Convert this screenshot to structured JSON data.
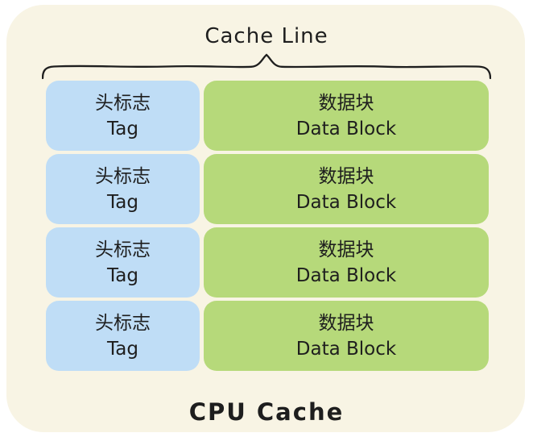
{
  "diagram": {
    "brace_label": "Cache Line",
    "title": "CPU Cache",
    "rows": [
      {
        "tag_zh": "头标志",
        "tag_en": "Tag",
        "data_zh": "数据块",
        "data_en": "Data Block"
      },
      {
        "tag_zh": "头标志",
        "tag_en": "Tag",
        "data_zh": "数据块",
        "data_en": "Data Block"
      },
      {
        "tag_zh": "头标志",
        "tag_en": "Tag",
        "data_zh": "数据块",
        "data_en": "Data Block"
      },
      {
        "tag_zh": "头标志",
        "tag_en": "Tag",
        "data_zh": "数据块",
        "data_en": "Data Block"
      }
    ],
    "colors": {
      "page_background": "#ffffff",
      "panel_fill": "#f8f4e4",
      "tag_fill": "#bfddf6",
      "data_fill": "#b6d97a",
      "text": "#1e1e1e",
      "brace_stroke": "#1e1e1e"
    }
  }
}
